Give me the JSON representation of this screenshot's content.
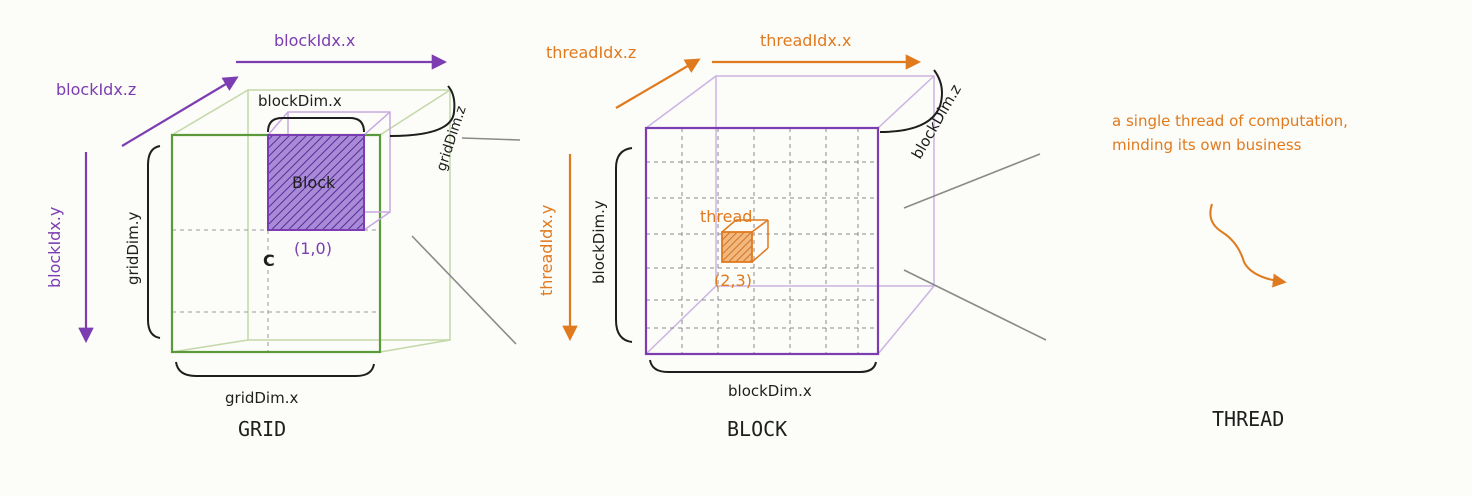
{
  "colors": {
    "purple": "#7b3db1",
    "orange": "#e07a1f",
    "green": "#5a9a3a",
    "light_green": "#b7cf98",
    "light_purple": "#c7a9e0",
    "ink": "#1e1e1e",
    "gray": "#777777"
  },
  "grid_panel": {
    "caption": "GRID",
    "block_idx_x": "blockIdx.x",
    "block_idx_y": "blockIdx.y",
    "block_idx_z": "blockIdx.z",
    "grid_dim_x": "gridDim.x",
    "grid_dim_y": "gridDim.y",
    "grid_dim_z": "gridDim.z",
    "block_dim_x": "blockDim.x",
    "block_label": "Block",
    "block_coord": "(1,0)",
    "corner_label": "C"
  },
  "block_panel": {
    "caption": "BLOCK",
    "thread_idx_x": "threadIdx.x",
    "thread_idx_y": "threadIdx.y",
    "thread_idx_z": "threadIdx.z",
    "block_dim_x": "blockDim.x",
    "block_dim_y": "blockDim.y",
    "block_dim_z": "blockDim.z",
    "thread_label": "thread",
    "thread_coord": "(2,3)"
  },
  "thread_panel": {
    "caption": "THREAD",
    "note_line1": "a single thread of computation,",
    "note_line2": "minding its own business"
  }
}
